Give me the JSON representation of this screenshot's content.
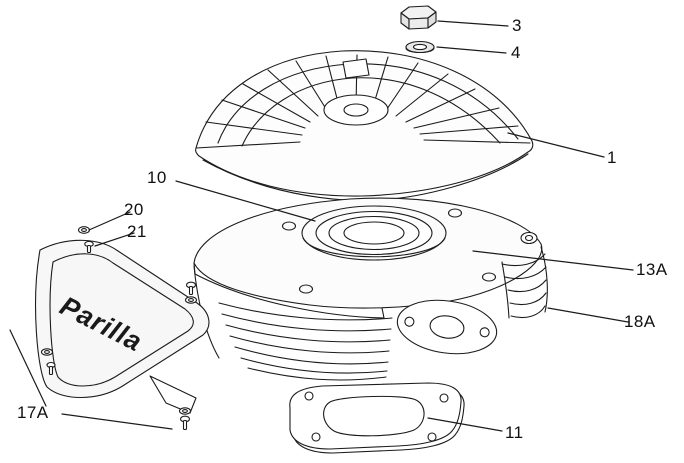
{
  "diagram": {
    "background_color": "#ffffff",
    "line_color": "#1c1c1c",
    "brand_text": "Parilla",
    "callouts": [
      {
        "label": "3"
      },
      {
        "label": "4"
      },
      {
        "label": "1"
      },
      {
        "label": "10"
      },
      {
        "label": "20"
      },
      {
        "label": "21"
      },
      {
        "label": "13A"
      },
      {
        "label": "18A"
      },
      {
        "label": "17A"
      },
      {
        "label": "11"
      }
    ]
  }
}
